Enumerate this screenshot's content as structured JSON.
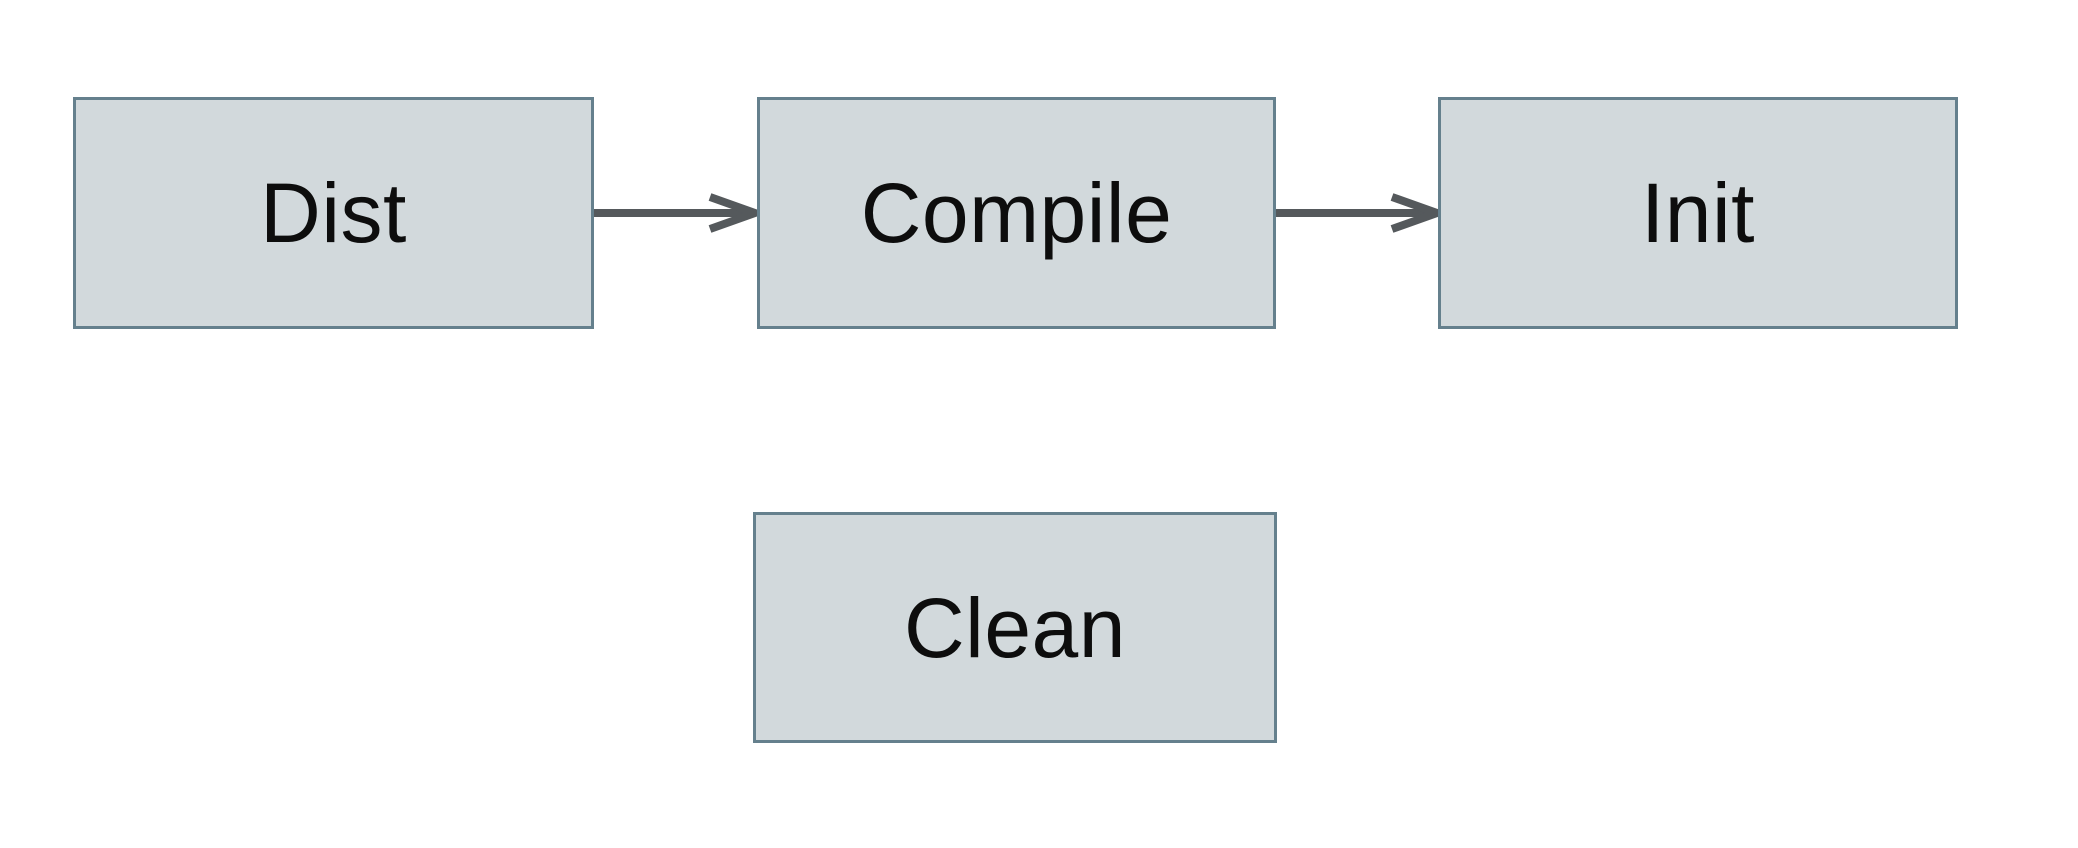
{
  "diagram": {
    "title": "build-tasks-flowchart",
    "background_color": "#ffffff",
    "node_fill_color": "#d2d9dc",
    "node_border_color": "#65808d",
    "arrow_color": "#55595c",
    "text_color": "#0d0d0d",
    "nodes": [
      {
        "id": "dist",
        "label": "Dist"
      },
      {
        "id": "compile",
        "label": "Compile"
      },
      {
        "id": "init",
        "label": "Init"
      },
      {
        "id": "clean",
        "label": "Clean"
      }
    ],
    "edges": [
      {
        "from": "Dist",
        "to": "Compile",
        "direction": "right"
      },
      {
        "from": "Compile",
        "to": "Init",
        "direction": "right"
      }
    ]
  }
}
